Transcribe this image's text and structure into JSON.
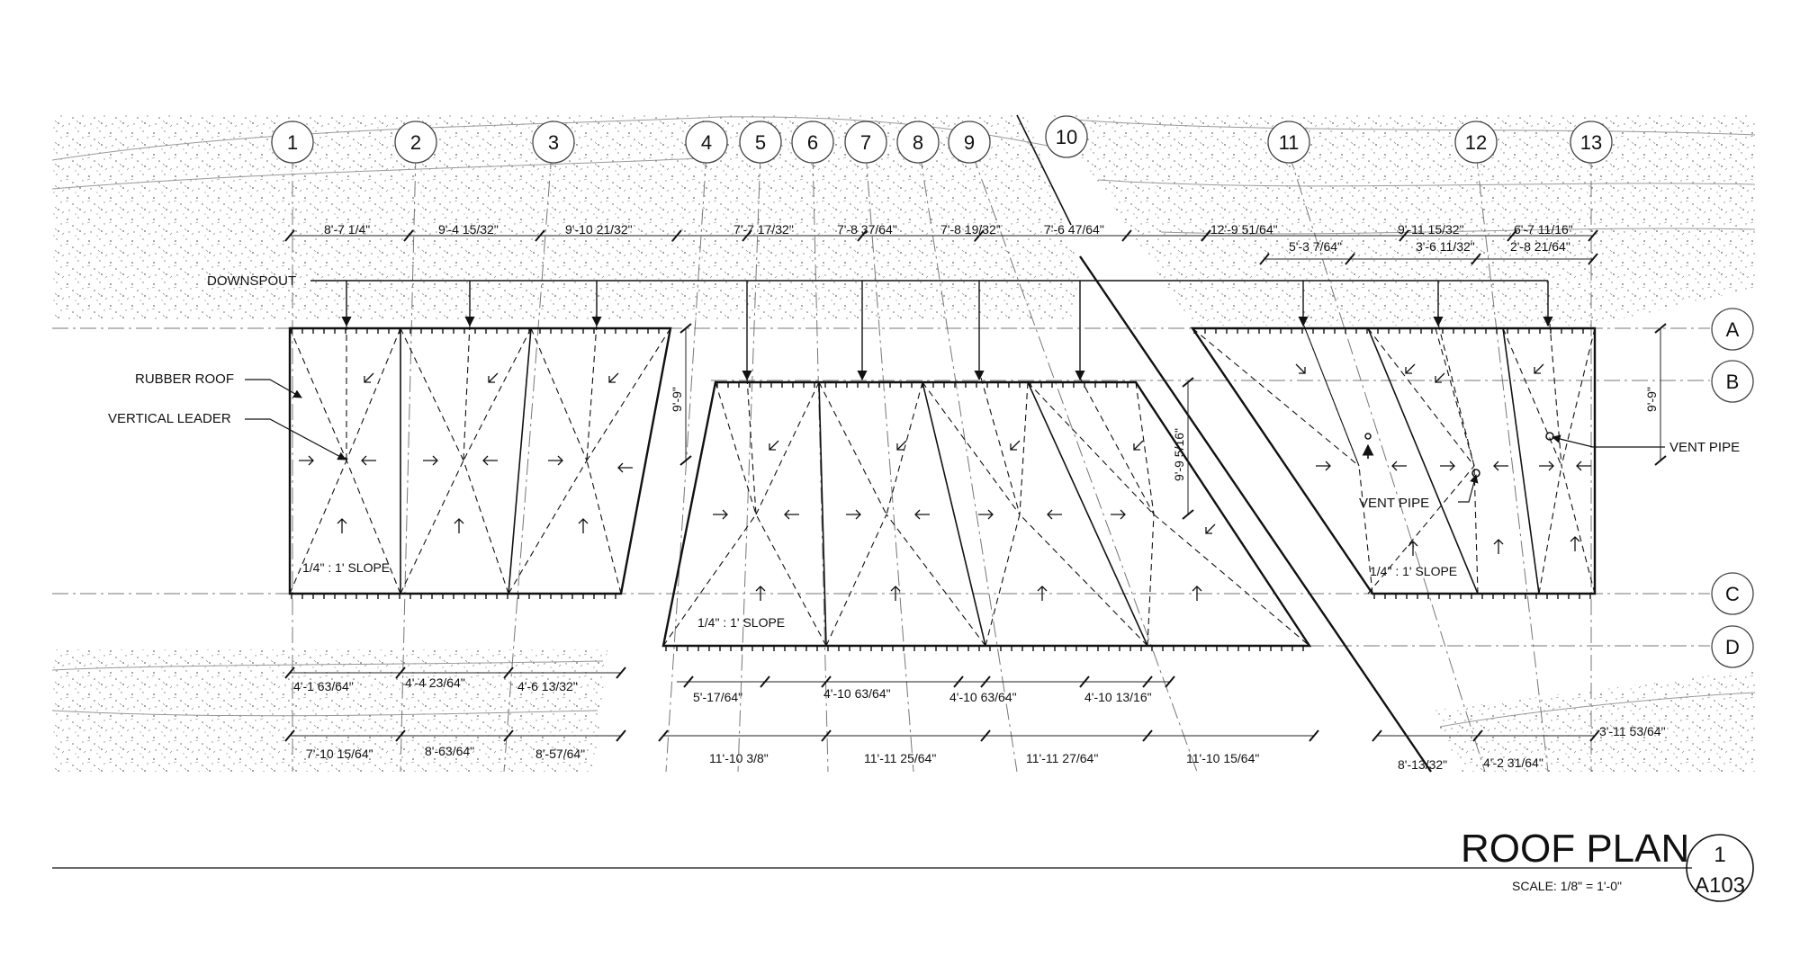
{
  "grid_columns": [
    "1",
    "2",
    "3",
    "4",
    "5",
    "6",
    "7",
    "8",
    "9",
    "10",
    "11",
    "12",
    "13"
  ],
  "grid_rows": [
    "A",
    "B",
    "C",
    "D"
  ],
  "top_dimensions": [
    "8'-7 1/4\"",
    "9'-4 15/32\"",
    "9'-10 21/32\"",
    "7'-7 17/32\"",
    "7'-8 37/64\"",
    "7'-8 19/32\"",
    "7'-6 47/64\"",
    "12'-9 51/64\"",
    "9'-11 15/32\"",
    "6'-7 11/16\""
  ],
  "top_sub_dimensions": [
    "5'-3 7/64\"",
    "3'-6 11/32\"",
    "2'-8 21/64\""
  ],
  "bottom_dimensions_row1": [
    "4'-1 63/64\"",
    "4'-4 23/64\"",
    "4'-6 13/32\"",
    "5'-17/64\"",
    "4'-10 63/64\"",
    "4'-10 63/64\"",
    "4'-10 13/16\"",
    "3'-11 53/64\""
  ],
  "bottom_dimensions_row2": [
    "7'-10 15/64\"",
    "8'-63/64\"",
    "8'-57/64\"",
    "11'-10 3/8\"",
    "11'-11 25/64\"",
    "11'-11 27/64\"",
    "11'-10 15/64\"",
    "8'-13/32\"",
    "4'-2 31/64\""
  ],
  "vertical_dimensions": [
    "9'-9\"",
    "9'-9 5/16\"",
    "9'-9\""
  ],
  "labels": {
    "downspout": "DOWNSPOUT",
    "rubber_roof": "RUBBER ROOF",
    "vertical_leader": "VERTICAL LEADER",
    "vent_pipe_right": "VENT PIPE",
    "vent_pipe_center": "VENT PIPE",
    "slope_left": "1/4\" : 1' SLOPE",
    "slope_mid": "1/4\" : 1' SLOPE",
    "slope_right": "1/4\" : 1' SLOPE"
  },
  "title_block": {
    "title": "ROOF PLAN",
    "scale": "SCALE: 1/8\"   =    1'-0\"",
    "detail_number": "1",
    "sheet_number": "A103"
  }
}
